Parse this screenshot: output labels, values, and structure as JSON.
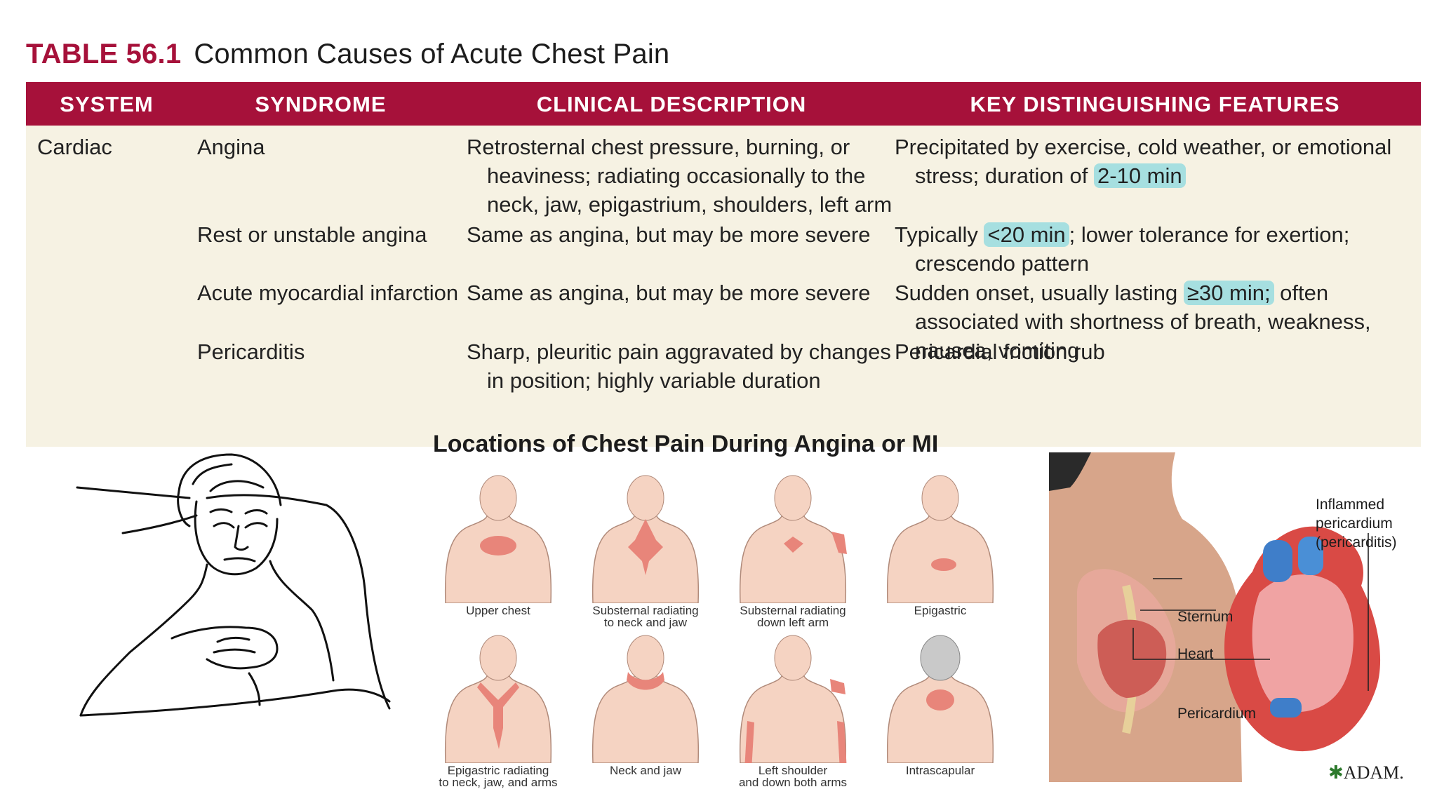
{
  "title": {
    "number": "TABLE 56.1",
    "text": "Common Causes of Acute Chest Pain"
  },
  "table": {
    "headers": [
      "SYSTEM",
      "SYNDROME",
      "CLINICAL DESCRIPTION",
      "KEY DISTINGUISHING FEATURES"
    ],
    "system": "Cardiac",
    "rows": [
      {
        "syndrome": "Angina",
        "description": "Retrosternal chest pressure, burning, or heaviness; radiating occasionally to the neck, jaw, epigastrium, shoulders, left arm",
        "features_before": "Precipitated by exercise, cold weather, or emotional stress; duration of ",
        "features_highlight": "2-10 min",
        "features_after": ""
      },
      {
        "syndrome": "Rest or unstable angina",
        "description": "Same as angina, but may be more severe",
        "features_before": "Typically ",
        "features_highlight": "<20 min",
        "features_after": "; lower tolerance for exertion; crescendo pattern"
      },
      {
        "syndrome": "Acute myocardial infarction",
        "description": "Same as angina, but may be more severe",
        "features_before": "Sudden onset, usually lasting ",
        "features_highlight": "≥30 min;",
        "features_after": " often associated with shortness of breath, weakness, nausea, vomiting"
      },
      {
        "syndrome": "Pericarditis",
        "description": "Sharp, pleuritic pain aggravated by changes in position; highly variable duration",
        "features_before": "Pericardial friction rub",
        "features_highlight": "",
        "features_after": ""
      }
    ]
  },
  "diagram": {
    "title": "Locations of Chest Pain During Angina or MI",
    "panels": [
      {
        "caption1": "Upper chest",
        "caption2": "",
        "pain": "upper-chest"
      },
      {
        "caption1": "Substernal radiating",
        "caption2": "to neck and jaw",
        "pain": "substernal-neck"
      },
      {
        "caption1": "Substernal radiating",
        "caption2": "down left arm",
        "pain": "substernal-arm"
      },
      {
        "caption1": "Epigastric",
        "caption2": "",
        "pain": "epigastric"
      },
      {
        "caption1": "Epigastric radiating",
        "caption2": "to neck, jaw, and arms",
        "pain": "epigastric-radiating"
      },
      {
        "caption1": "Neck and jaw",
        "caption2": "",
        "pain": "neck-jaw"
      },
      {
        "caption1": "Left shoulder",
        "caption2": "and down both arms",
        "pain": "shoulder-arms"
      },
      {
        "caption1": "Intrascapular",
        "caption2": "",
        "pain": "intrascapular"
      }
    ]
  },
  "anatomy": {
    "labels": {
      "inflamed1": "Inflammed",
      "inflamed2": "pericardium",
      "inflamed3": "(pericarditis)",
      "sternum": "Sternum",
      "heart": "Heart",
      "pericardium": "Pericardium"
    },
    "logo": "ADAM."
  },
  "colors": {
    "accent": "#a6113a",
    "table_bg": "#f6f2e3",
    "highlight": "#a6dfe0",
    "pain": "#e8857a",
    "skin": "#f5d3c2"
  }
}
